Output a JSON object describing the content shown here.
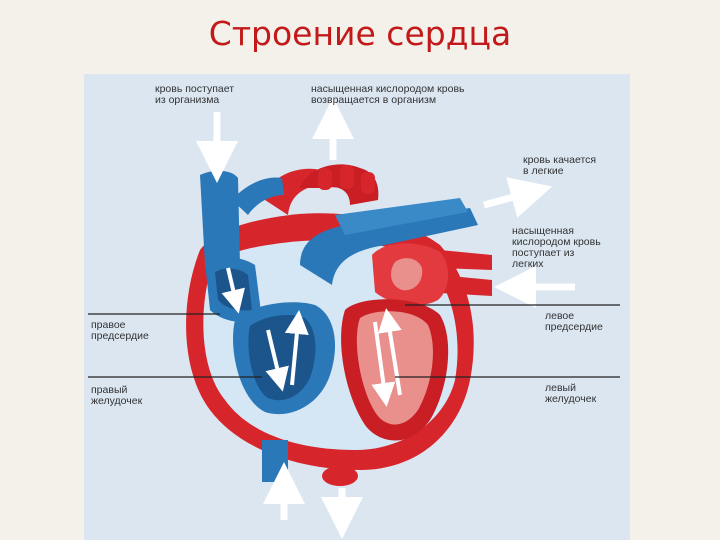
{
  "title": "Строение сердца",
  "labels": {
    "body_in": [
      "кровь поступает",
      "из организма"
    ],
    "body_out": [
      "насыщенная кислородом кровь",
      "возвращается в организм"
    ],
    "to_lungs": [
      "кровь качается",
      "в легкие"
    ],
    "from_lungs": [
      "насыщенная",
      "кислородом кровь",
      "поступает из",
      "легких"
    ],
    "right_atrium": [
      "правое",
      "предсердие"
    ],
    "right_ventricle": [
      "правый",
      "желудочек"
    ],
    "left_atrium": [
      "левое",
      "предсердие"
    ],
    "left_ventricle": [
      "левый",
      "желудочек"
    ]
  },
  "colors": {
    "background": "#f4f1ea",
    "panel": "#dbe6f1",
    "red": "#d7262b",
    "dark_red": "#a8151c",
    "blue": "#2b78b8",
    "dark_blue": "#1b558c",
    "light_red": "#e98f8c",
    "title": "#c21a1a"
  }
}
